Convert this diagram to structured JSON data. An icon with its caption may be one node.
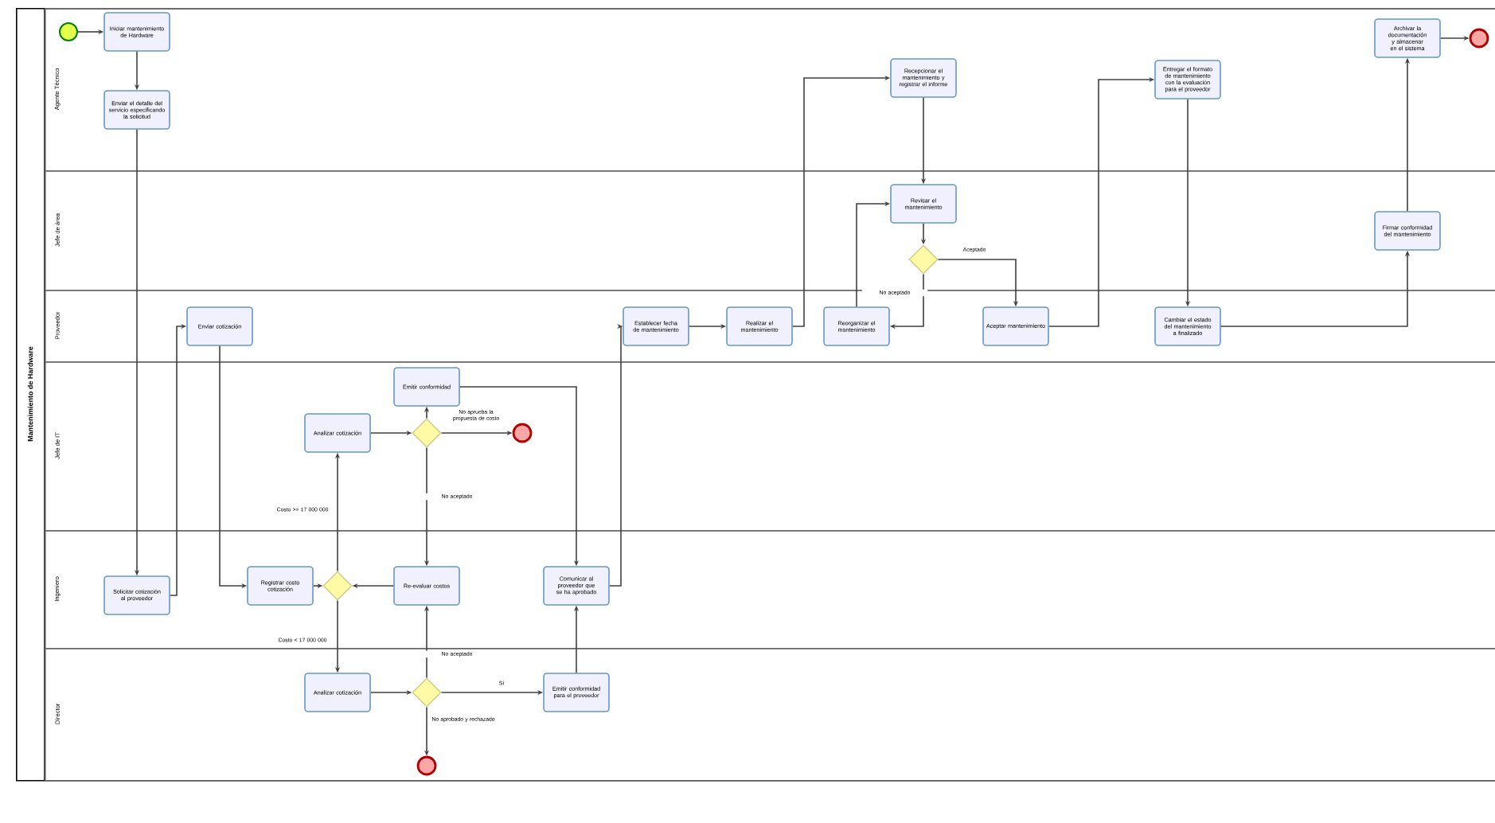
{
  "diagram": {
    "nodes": [
      {
        "text": [
          "Mantenimiento de Hardware"
        ]
      },
      {
        "text": [
          "Agente Técnico"
        ],
        "in": 0
      },
      {
        "text": [
          "Jefe de área"
        ],
        "in": 0
      },
      {
        "text": [
          "Proveedor"
        ],
        "in": 0
      },
      {
        "text": [
          "Jefe de IT"
        ],
        "in": 0
      },
      {
        "text": [
          "Ingeniero"
        ],
        "in": 0
      },
      {
        "text": [
          "Director"
        ],
        "in": 0
      },
      {
        "text": [],
        "shape": "circle",
        "in": 1
      },
      {
        "text": [
          "Iniciar mantenimiento de Hardware"
        ],
        "in": 1
      },
      {
        "text": [
          "Enviar el detalle del servicio especificando la solicitud"
        ],
        "in": 1
      },
      {
        "text": [
          "Enviar cotización"
        ],
        "in": 3
      },
      {
        "text": [
          "Solicitar cotización al proveedor"
        ],
        "in": 5
      },
      {
        "text": [
          "Registrar costo cotización"
        ],
        "in": 5
      },
      {
        "text": [],
        "shape": "diamond",
        "in": 5
      },
      {
        "text": [
          "Analizar cotización"
        ],
        "in": 4
      },
      {
        "text": [],
        "shape": "diamond",
        "in": 4
      },
      {
        "text": [
          "Emitir conformidad"
        ],
        "in": 4
      },
      {
        "text": [],
        "shape": "circle",
        "in": 4
      },
      {
        "text": [
          "Re-evaluar costos"
        ],
        "in": 5
      },
      {
        "text": [
          "Analizar cotización"
        ],
        "in": 6
      },
      {
        "text": [],
        "shape": "diamond",
        "in": 6
      },
      {
        "text": [],
        "shape": "circle",
        "in": 6
      },
      {
        "text": [
          "Emitir conformidad para el proveedor"
        ],
        "in": 6
      },
      {
        "text": [
          "Comunicar al proveedor que se ha aprobado"
        ],
        "in": 5
      },
      {
        "text": [
          "Establecer fecha de mantenimiento"
        ],
        "in": 3
      },
      {
        "text": [
          "Realizar el mantenimiento"
        ],
        "in": 3
      },
      {
        "text": [
          "Recepcionar el mantenimiento y registrar el informe"
        ],
        "in": 1
      },
      {
        "text": [
          "Revisar el mantenimiento"
        ],
        "in": 2
      },
      {
        "text": [],
        "shape": "diamond",
        "in": 2
      },
      {
        "text": [
          "Reorganizar el mantenimiento"
        ],
        "in": 3
      },
      {
        "text": [
          "Aceptar mantenimiento"
        ],
        "in": 3
      },
      {
        "text": [
          "Entregar el formato de mantenimiento con la evaluación para el proveedor"
        ],
        "in": 1
      },
      {
        "text": [
          "Cambiar el estado del mantenimiento a finalizado"
        ],
        "in": 3
      },
      {
        "text": [
          "Firmar conformidad del mantenimiento"
        ],
        "in": 2
      },
      {
        "text": [
          "Archivar la documentación y almacenar en el sistema"
        ],
        "in": 1
      },
      {
        "text": [],
        "shape": "circle",
        "in": 1
      }
    ],
    "edges": [
      {
        "from": 7,
        "to": 8,
        "arrow": "to"
      },
      {
        "from": 8,
        "to": 9,
        "arrow": "to"
      },
      {
        "from": 9,
        "to": 11,
        "arrow": "to"
      },
      {
        "from": 11,
        "to": 10,
        "arrow": "to"
      },
      {
        "from": 10,
        "to": 12,
        "arrow": "to"
      },
      {
        "from": 12,
        "to": 13,
        "arrow": "to"
      },
      {
        "from": 13,
        "to": 14,
        "arrow": "to",
        "label": "Costo >= 17 000 000"
      },
      {
        "from": 13,
        "to": 19,
        "arrow": "to",
        "label": "Costo < 17 000 000"
      },
      {
        "from": 14,
        "to": 15,
        "arrow": "to"
      },
      {
        "from": 15,
        "to": 16,
        "arrow": "to"
      },
      {
        "from": 15,
        "to": 17,
        "arrow": "to",
        "label": "No aprueba la propuesta de costo"
      },
      {
        "from": 15,
        "to": 18,
        "arrow": "to",
        "label": "No aceptado"
      },
      {
        "from": 18,
        "to": 13,
        "arrow": "to"
      },
      {
        "from": 19,
        "to": 20,
        "arrow": "to"
      },
      {
        "from": 20,
        "to": 18,
        "arrow": "to",
        "label": "No aceptado"
      },
      {
        "from": 20,
        "to": 22,
        "arrow": "to",
        "label": "Sí"
      },
      {
        "from": 20,
        "to": 21,
        "arrow": "to",
        "label": "No aprobado y rechazado"
      },
      {
        "from": 16,
        "to": 23,
        "arrow": "to"
      },
      {
        "from": 22,
        "to": 23,
        "arrow": "to"
      },
      {
        "from": 23,
        "to": 24,
        "arrow": "to"
      },
      {
        "from": 24,
        "to": 25,
        "arrow": "to"
      },
      {
        "from": 25,
        "to": 26,
        "arrow": "to"
      },
      {
        "from": 26,
        "to": 27,
        "arrow": "to"
      },
      {
        "from": 27,
        "to": 28,
        "arrow": "to"
      },
      {
        "from": 28,
        "to": 30,
        "arrow": "to",
        "label": "Aceptado"
      },
      {
        "from": 28,
        "to": 29,
        "arrow": "to",
        "label": "No aceptado"
      },
      {
        "from": 29,
        "to": 27,
        "arrow": "to"
      },
      {
        "from": 30,
        "to": 31,
        "arrow": "to"
      },
      {
        "from": 31,
        "to": 32,
        "arrow": "to"
      },
      {
        "from": 32,
        "to": 33,
        "arrow": "to"
      },
      {
        "from": 33,
        "to": 34,
        "arrow": "to"
      },
      {
        "from": 34,
        "to": 35,
        "arrow": "to"
      }
    ]
  }
}
